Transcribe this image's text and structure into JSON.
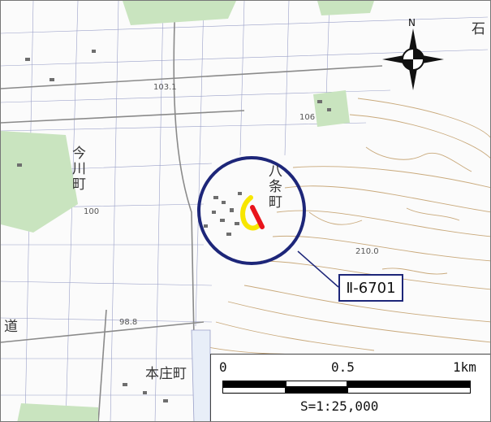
{
  "map": {
    "labels": {
      "imakawa": "今川町",
      "hachijo": "八条町",
      "honjo": "本庄町",
      "ishi": "石",
      "michi": "道"
    },
    "elevations": {
      "e103": "103.1",
      "e106": "106",
      "e210": "210.0",
      "e98": "98.8",
      "e100": "100"
    }
  },
  "compass": {
    "north_label": "N"
  },
  "site": {
    "id": "Ⅱ-6701"
  },
  "scale": {
    "tick_0": "0",
    "tick_mid": "0.5",
    "tick_end": "1km",
    "ratio": "S=1:25,000"
  },
  "colors": {
    "site_circle": "#1d2679",
    "site_red": "#e8141b",
    "site_yellow": "#f7e600",
    "contour": "#c9a97b",
    "vegetation": "#c9e4bf"
  }
}
